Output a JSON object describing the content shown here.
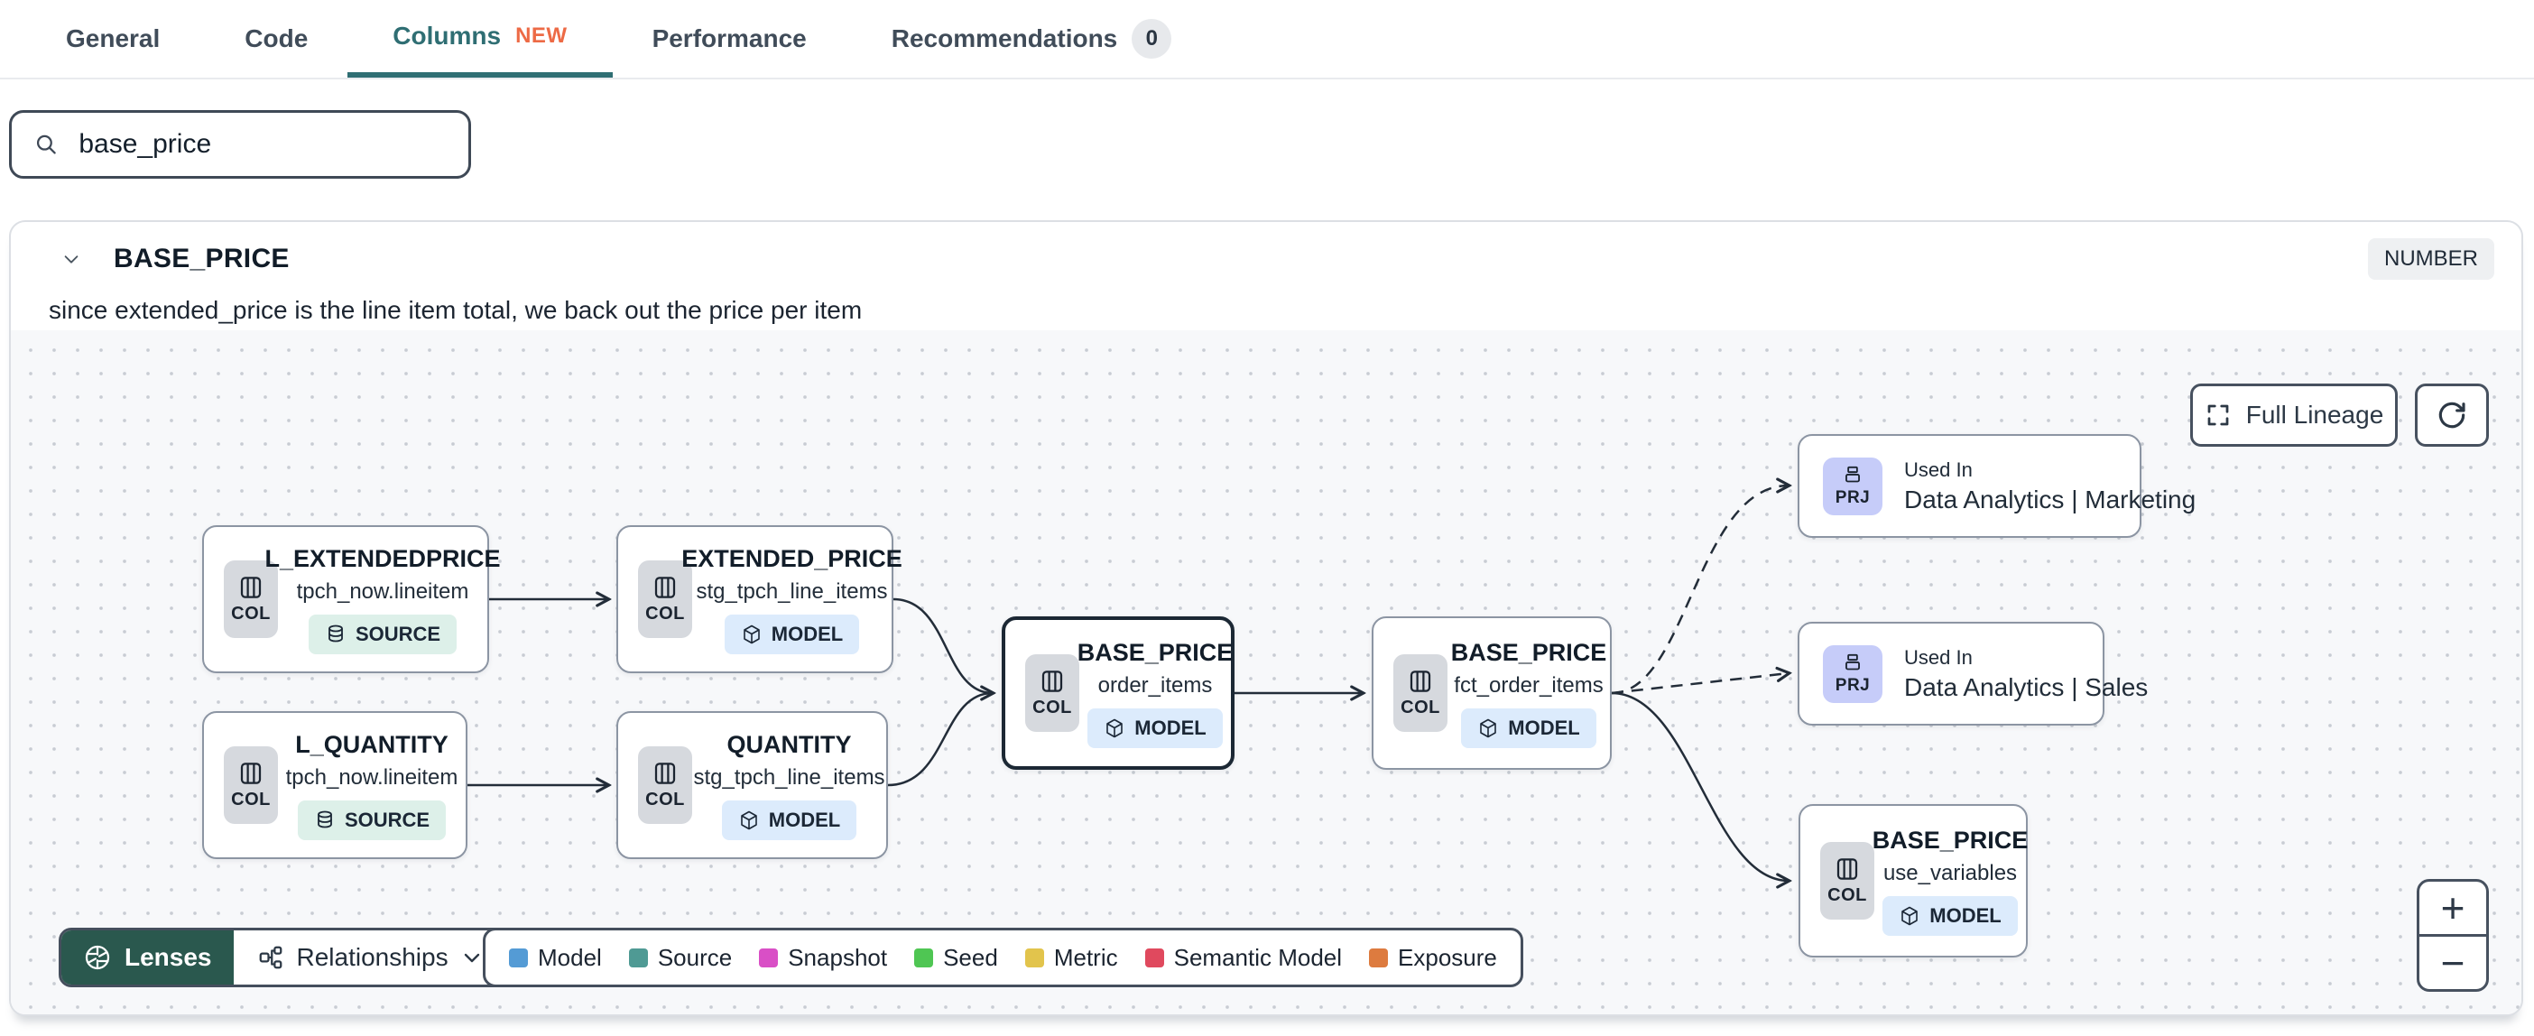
{
  "tabs": {
    "items": [
      {
        "label": "General"
      },
      {
        "label": "Code"
      },
      {
        "label": "Columns",
        "badge": "NEW"
      },
      {
        "label": "Performance"
      },
      {
        "label": "Recommendations",
        "count": "0"
      }
    ]
  },
  "search": {
    "value": "base_price"
  },
  "column_panel": {
    "title": "BASE_PRICE",
    "type": "NUMBER",
    "description": "since extended_price is the line item total, we back out the price per item"
  },
  "lineage": {
    "full_lineage_label": "Full Lineage",
    "nodes": [
      {
        "icon_label": "COL",
        "title": "L_EXTENDEDPRICE",
        "subtitle": "tpch_now.lineitem",
        "badge": "SOURCE"
      },
      {
        "icon_label": "COL",
        "title": "EXTENDED_PRICE",
        "subtitle": "stg_tpch_line_items",
        "badge": "MODEL"
      },
      {
        "icon_label": "COL",
        "title": "L_QUANTITY",
        "subtitle": "tpch_now.lineitem",
        "badge": "SOURCE"
      },
      {
        "icon_label": "COL",
        "title": "QUANTITY",
        "subtitle": "stg_tpch_line_items",
        "badge": "MODEL"
      },
      {
        "icon_label": "COL",
        "title": "BASE_PRICE",
        "subtitle": "order_items",
        "badge": "MODEL"
      },
      {
        "icon_label": "COL",
        "title": "BASE_PRICE",
        "subtitle": "fct_order_items",
        "badge": "MODEL"
      },
      {
        "icon_label": "PRJ",
        "label": "Used In",
        "title": "Data Analytics | Marketing"
      },
      {
        "icon_label": "PRJ",
        "label": "Used In",
        "title": "Data Analytics | Sales"
      },
      {
        "icon_label": "COL",
        "title": "BASE_PRICE",
        "subtitle": "use_variables",
        "badge": "MODEL"
      }
    ],
    "controls": {
      "lenses": "Lenses",
      "relationships": "Relationships",
      "zoom_in": "+",
      "zoom_out": "−"
    },
    "legend": [
      {
        "label": "Model",
        "color": "#549BD5"
      },
      {
        "label": "Source",
        "color": "#4F9A94"
      },
      {
        "label": "Snapshot",
        "color": "#D94FC6"
      },
      {
        "label": "Seed",
        "color": "#4FC653"
      },
      {
        "label": "Metric",
        "color": "#E2C44C"
      },
      {
        "label": "Semantic Model",
        "color": "#E0495E"
      },
      {
        "label": "Exposure",
        "color": "#DD7B3F"
      }
    ]
  }
}
